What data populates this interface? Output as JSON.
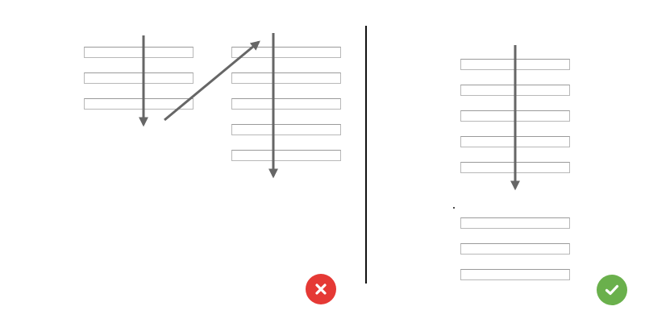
{
  "colors": {
    "arrow": "#666666",
    "field_border": "#b8b8b8",
    "divider": "#111111",
    "bad": "#e53935",
    "good": "#6ab04c"
  },
  "panels": {
    "bad": {
      "verdict_icon": "cross-icon",
      "column_a_fields": 3,
      "column_b_fields": 5
    },
    "good": {
      "verdict_icon": "check-icon",
      "group_a_fields": 5,
      "group_b_fields": 3
    }
  }
}
